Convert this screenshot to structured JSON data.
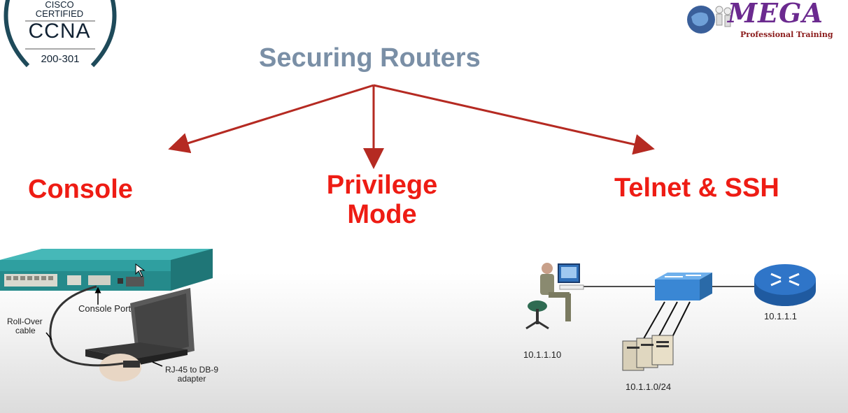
{
  "title": "Securing Routers",
  "badge": {
    "line1": "CISCO",
    "line2": "CERTIFIED",
    "name": "CCNA",
    "code": "200-301"
  },
  "logo": {
    "brand": "MEGA",
    "tagline": "Professional Training"
  },
  "branches": [
    {
      "label": "Console"
    },
    {
      "label_line1": "Privilege",
      "label_line2": "Mode"
    },
    {
      "label": "Telnet & SSH"
    }
  ],
  "console_diagram": {
    "port_label": "Console Port",
    "cable_label_line1": "Roll-Over",
    "cable_label_line2": "cable",
    "adapter_label_line1": "RJ-45 to DB-9",
    "adapter_label_line2": "adapter"
  },
  "network_diagram": {
    "pc_ip": "10.1.1.10",
    "router_ip": "10.1.1.1",
    "server_subnet": "10.1.1.0/24"
  },
  "colors": {
    "title": "#7a8fa6",
    "branch_text": "#ee1c14",
    "arrow": "#b52a22",
    "router_chassis": "#2f9fa0",
    "switch": "#3a87d4",
    "router_icon": "#2f75c8"
  }
}
